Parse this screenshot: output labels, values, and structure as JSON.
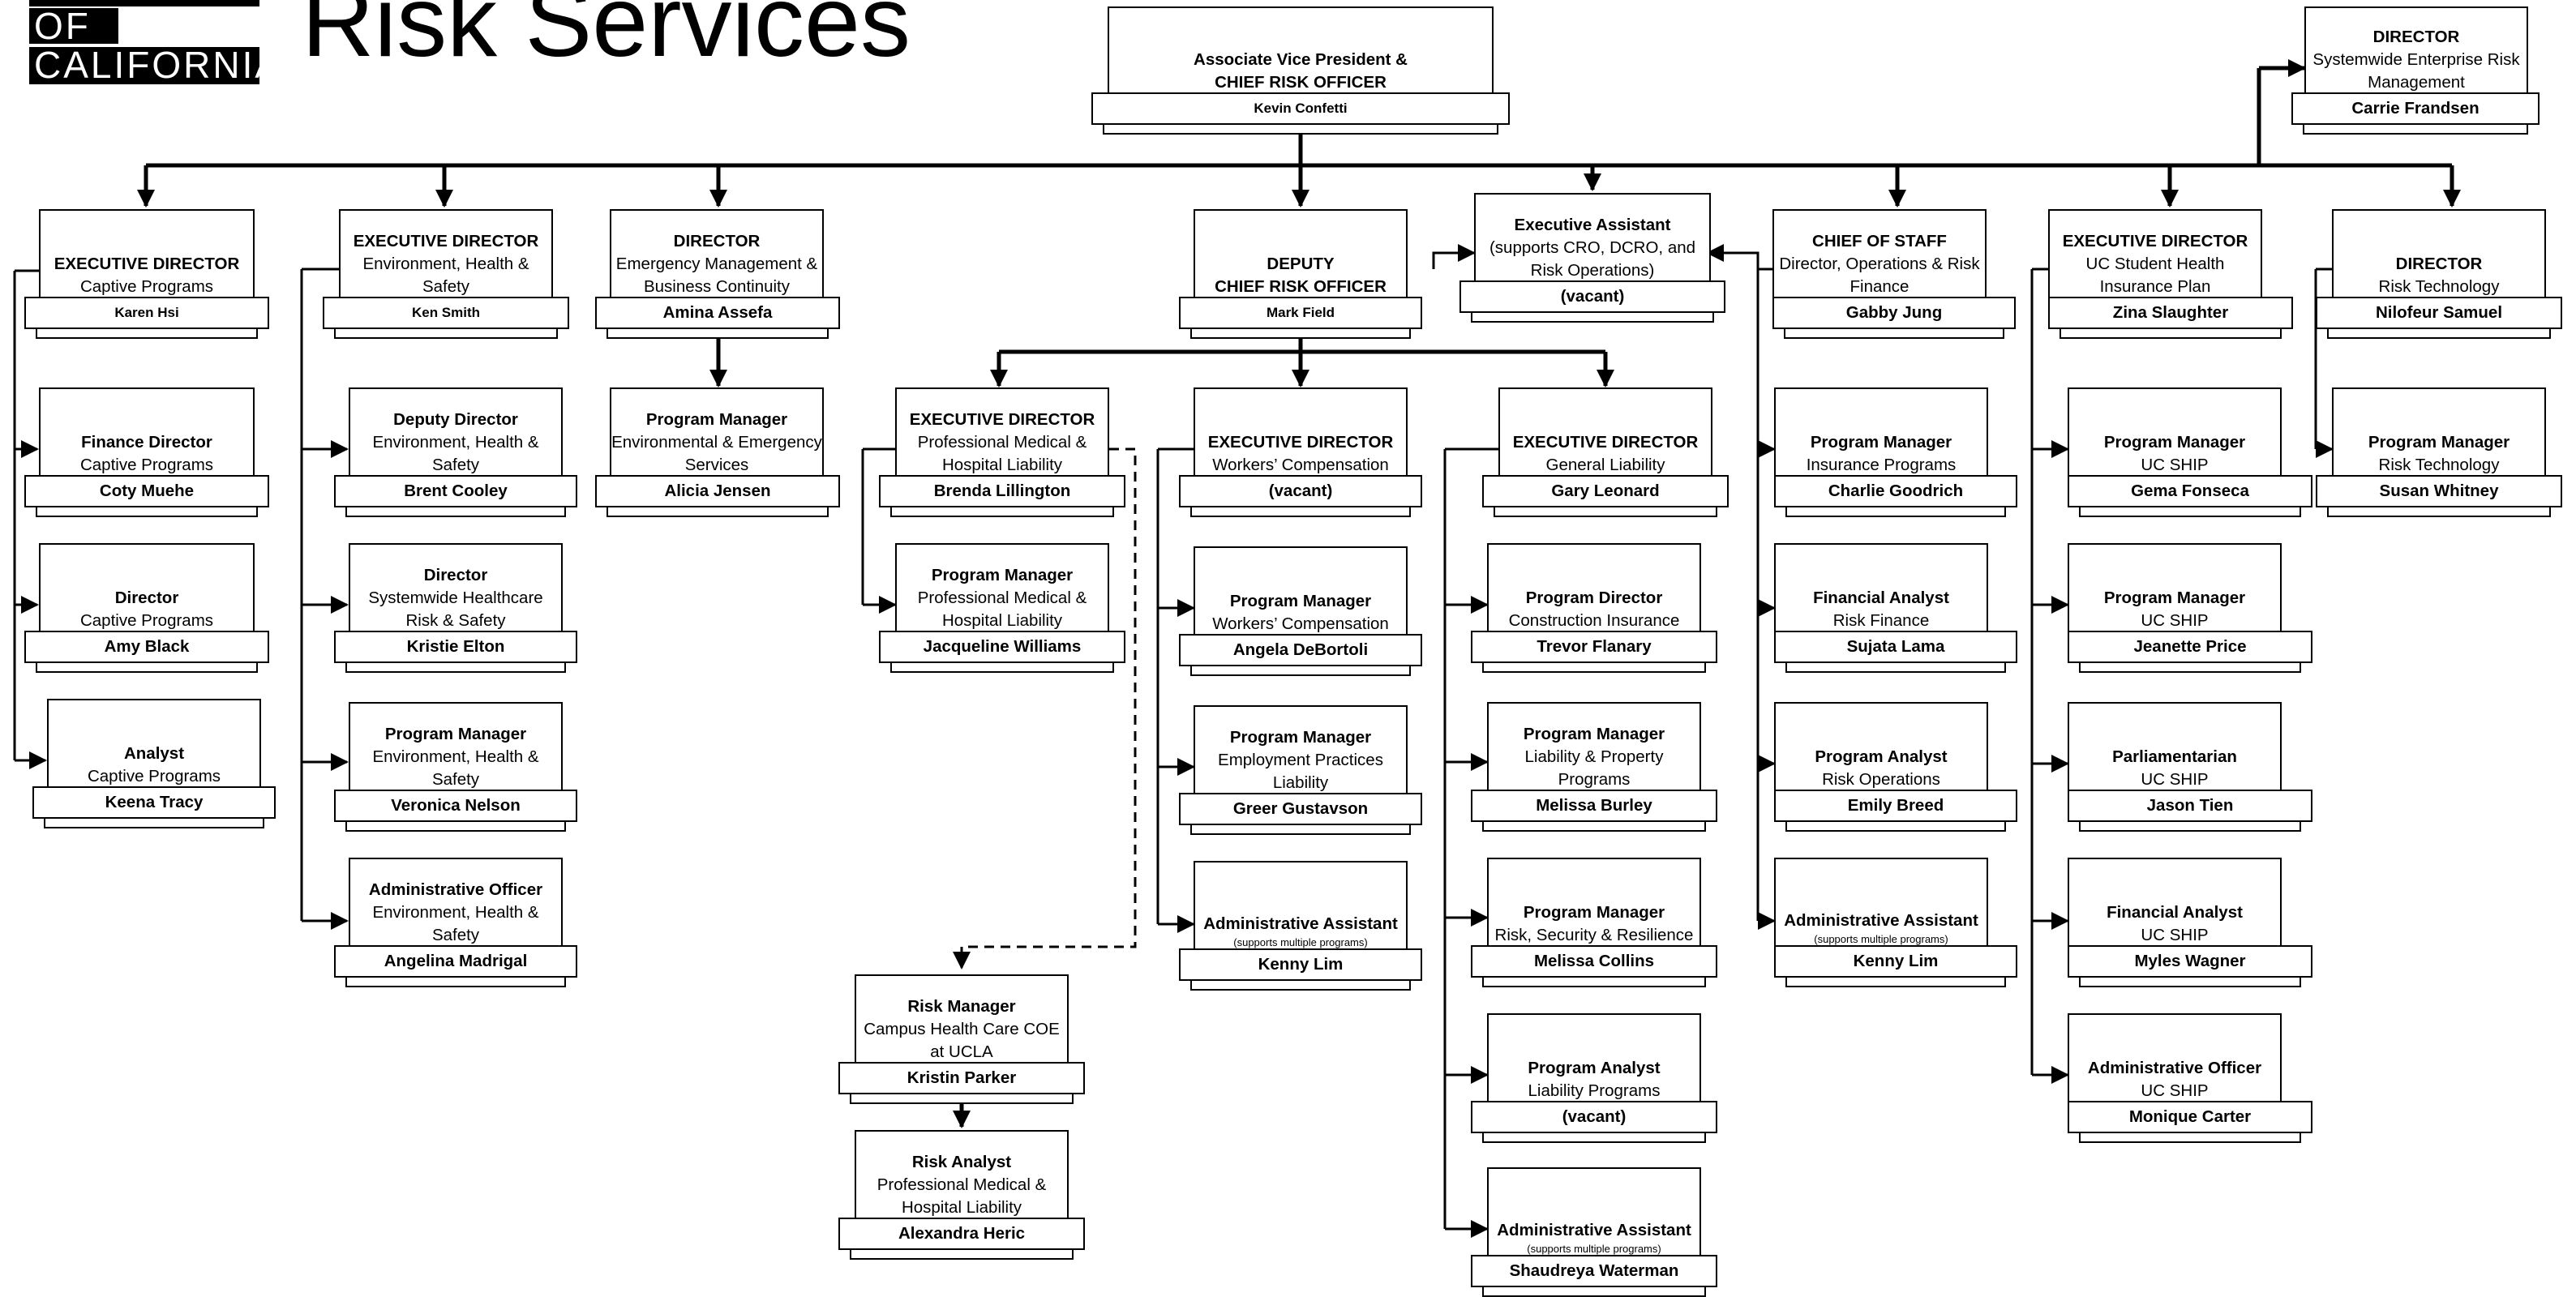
{
  "header": {
    "logo_line1": "OF",
    "logo_line2": "CALIFORNIA",
    "title": "Risk Services"
  },
  "nodes": {
    "avp": {
      "title": "Associate Vice President &",
      "sub": "CHIEF RISK OFFICER",
      "name": "Kevin Confetti"
    },
    "ser": {
      "title": "DIRECTOR",
      "sub": "Systemwide Enterprise Risk Management",
      "name": "Carrie Frandsen"
    },
    "captive": {
      "title": "EXECUTIVE DIRECTOR",
      "sub": "Captive Programs",
      "name": "Karen Hsi"
    },
    "captive_fin": {
      "title": "Finance Director",
      "sub": "Captive Programs",
      "name": "Coty Muehe"
    },
    "captive_dir": {
      "title": "Director",
      "sub": "Captive Programs",
      "name": "Amy Black"
    },
    "captive_an": {
      "title": "Analyst",
      "sub": "Captive Programs",
      "name": "Keena Tracy"
    },
    "ehs": {
      "title": "EXECUTIVE DIRECTOR",
      "sub": "Environment, Health & Safety",
      "name": "Ken Smith"
    },
    "ehs_dep": {
      "title": "Deputy Director",
      "sub": "Environment, Health & Safety",
      "name": "Brent Cooley"
    },
    "ehs_hc": {
      "title": "Director",
      "sub": "Systemwide Healthcare Risk & Safety",
      "name": "Kristie Elton"
    },
    "ehs_pm": {
      "title": "Program Manager",
      "sub": "Environment, Health & Safety",
      "name": "Veronica Nelson"
    },
    "ehs_ao": {
      "title": "Administrative Officer",
      "sub": "Environment, Health & Safety",
      "name": "Angelina Madrigal"
    },
    "em": {
      "title": "DIRECTOR",
      "sub": "Emergency Management & Business Continuity",
      "name": "Amina Assefa"
    },
    "em_pm": {
      "title": "Program Manager",
      "sub": "Environmental & Emergency Services",
      "name": "Alicia Jensen"
    },
    "dcro": {
      "title": "DEPUTY",
      "sub": "CHIEF RISK OFFICER",
      "name": "Mark Field"
    },
    "exec_asst": {
      "title": "Executive Assistant",
      "sub": "(supports CRO, DCRO, and Risk Operations)",
      "name": "(vacant)"
    },
    "pmhl": {
      "title": "EXECUTIVE DIRECTOR",
      "sub": "Professional Medical & Hospital Liability",
      "name": "Brenda Lillington"
    },
    "pmhl_pm": {
      "title": "Program Manager",
      "sub": "Professional Medical & Hospital Liability",
      "name": "Jacqueline Williams"
    },
    "rm_ucla": {
      "title": "Risk Manager",
      "sub": "Campus Health Care COE at UCLA",
      "name": "Kristin Parker"
    },
    "ra_pmhl": {
      "title": "Risk Analyst",
      "sub": "Professional Medical & Hospital Liability",
      "name": "Alexandra Heric"
    },
    "wc": {
      "title": "EXECUTIVE DIRECTOR",
      "sub": "Workers’ Compensation",
      "name": "(vacant)"
    },
    "wc_pm": {
      "title": "Program Manager",
      "sub": "Workers’ Compensation",
      "name": "Angela DeBortoli"
    },
    "wc_epl": {
      "title": "Program Manager",
      "sub": "Employment Practices Liability",
      "name": "Greer Gustavson"
    },
    "wc_aa": {
      "title": "Administrative Assistant",
      "sub": "(supports multiple programs)",
      "name": "Kenny Lim"
    },
    "gl": {
      "title": "EXECUTIVE DIRECTOR",
      "sub": "General Liability",
      "name": "Gary Leonard"
    },
    "gl_pd": {
      "title": "Program Director",
      "sub": "Construction Insurance",
      "name": "Trevor Flanary"
    },
    "gl_pm1": {
      "title": "Program Manager",
      "sub": "Liability & Property Programs",
      "name": "Melissa Burley"
    },
    "gl_pm2": {
      "title": "Program Manager",
      "sub": "Risk, Security & Resilience",
      "name": "Melissa Collins"
    },
    "gl_pa": {
      "title": "Program Analyst",
      "sub": "Liability Programs",
      "name": "(vacant)"
    },
    "gl_aa": {
      "title": "Administrative Assistant",
      "sub": "(supports multiple programs)",
      "name": "Shaudreya Waterman"
    },
    "cos": {
      "title": "CHIEF OF STAFF",
      "sub": "Director, Operations & Risk Finance",
      "name": "Gabby Jung"
    },
    "cos_pm": {
      "title": "Program Manager",
      "sub": "Insurance Programs",
      "name": "Charlie Goodrich"
    },
    "cos_fa": {
      "title": "Financial Analyst",
      "sub": "Risk Finance",
      "name": "Sujata Lama"
    },
    "cos_pa": {
      "title": "Program Analyst",
      "sub": "Risk Operations",
      "name": "Emily Breed"
    },
    "cos_aa": {
      "title": "Administrative Assistant",
      "sub": "(supports multiple programs)",
      "name": "Kenny Lim"
    },
    "ship": {
      "title": "EXECUTIVE DIRECTOR",
      "sub": "UC Student Health Insurance Plan",
      "name": "Zina Slaughter"
    },
    "ship_pm1": {
      "title": "Program Manager",
      "sub": "UC SHIP",
      "name": "Gema Fonseca"
    },
    "ship_pm2": {
      "title": "Program Manager",
      "sub": "UC SHIP",
      "name": "Jeanette Price"
    },
    "ship_par": {
      "title": "Parliamentarian",
      "sub": "UC SHIP",
      "name": "Jason Tien"
    },
    "ship_fa": {
      "title": "Financial Analyst",
      "sub": "UC SHIP",
      "name": "Myles Wagner"
    },
    "ship_ao": {
      "title": "Administrative Officer",
      "sub": "UC SHIP",
      "name": "Monique Carter"
    },
    "rt": {
      "title": "DIRECTOR",
      "sub": "Risk Technology",
      "name": "Nilofeur Samuel"
    },
    "rt_pm": {
      "title": "Program Manager",
      "sub": "Risk Technology",
      "name": "Susan Whitney"
    }
  }
}
